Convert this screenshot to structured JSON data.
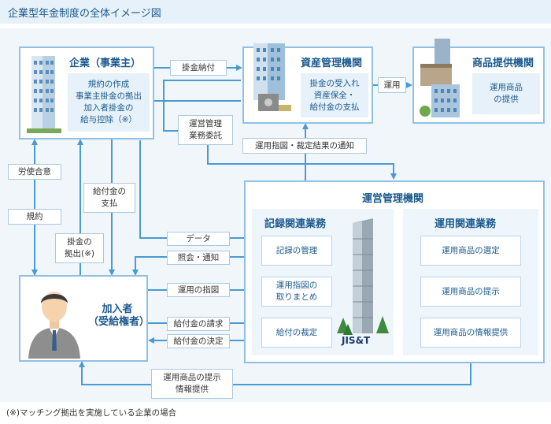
{
  "title": "企業型年金制度の全体イメージ図",
  "colors": {
    "line": "#4a9ad4",
    "heading": "#1b5a8e",
    "border": "#8fc1e6",
    "sub_bg": "#e6f1fa"
  },
  "nodes": {
    "company": {
      "title": "企業（事業主）",
      "duties": "規約の作成\n事業主掛金の拠出\n加入者掛金の\n給与控除（※）",
      "icon": "office-building-icon"
    },
    "asset_mgmt": {
      "title": "資産管理機関",
      "duties": "掛金の受入れ\n資産保全・\n給付金の支払",
      "icon": "bank-building-icon"
    },
    "product": {
      "title": "商品提供機関",
      "duties": "運用商品\nの提供",
      "icon": "buildings-cluster-icon"
    },
    "operation": {
      "title": "運営管理機関",
      "record": {
        "title": "記録関連業務",
        "items": [
          "記録の管理",
          "運用指図の\n取りまとめ",
          "給付の裁定"
        ]
      },
      "invest": {
        "title": "運用関連業務",
        "items": [
          "運用商品の選定",
          "運用商品の提示",
          "運用商品の情報提供"
        ]
      },
      "logo": "JIS&T",
      "icon": "tower-building-icon"
    },
    "member": {
      "title": "加入者\n（受給権者）",
      "icon": "businessman-icon"
    }
  },
  "labels": {
    "contribution": "掛金納付",
    "invest_flow": "運用",
    "operation_commission": "運営管理\n業務委託",
    "notice": "運用指図・裁定結果の通知",
    "labor_agreement": "労使合意",
    "rules": "規約",
    "benefit_payment": "給付金の\n支払",
    "member_contribution": "掛金の\n拠出(※)",
    "data": "データ",
    "inquiry": "照会・通知",
    "instruction": "運用の指図",
    "benefit_claim": "給付金の請求",
    "benefit_decision": "給付金の決定",
    "product_info": "運用商品の提示\n情報提供"
  },
  "footnote": "(※)マッチング拠出を実施している企業の場合"
}
